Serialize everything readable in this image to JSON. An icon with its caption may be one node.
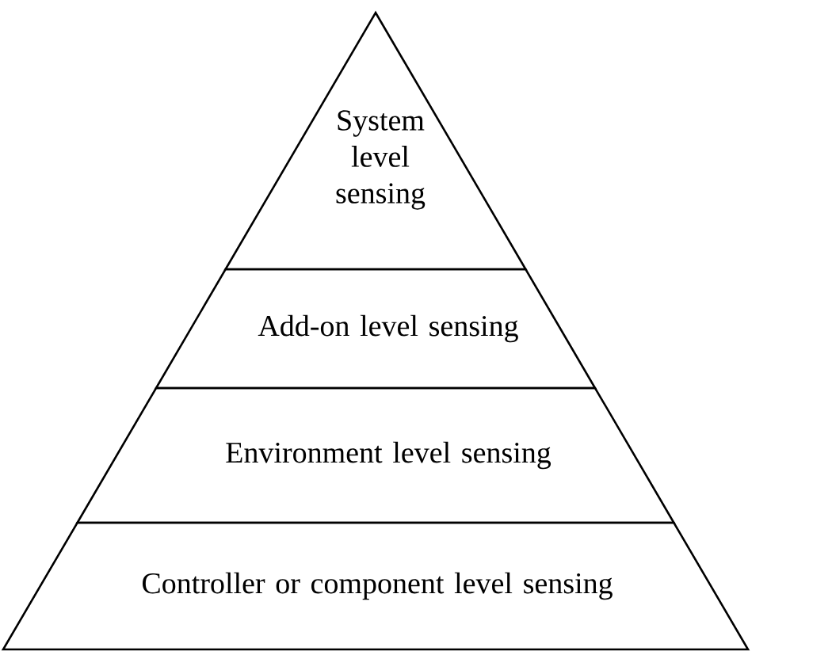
{
  "diagram": {
    "nodes": [
      {
        "text": [
          "System level sensing"
        ]
      },
      {
        "text": [
          "Add-on level sensing"
        ]
      },
      {
        "text": [
          "Environment level sensing"
        ]
      },
      {
        "text": [
          "Controller or component level sensing"
        ]
      }
    ]
  }
}
